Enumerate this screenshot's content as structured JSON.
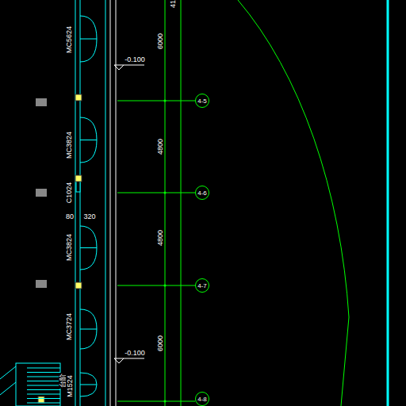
{
  "diagram": {
    "nodes": [
      {
        "text": [
          "4-5"
        ]
      },
      {
        "text": [
          "4-6"
        ]
      },
      {
        "text": [
          "4-7"
        ]
      },
      {
        "text": [
          "4-8"
        ]
      }
    ],
    "labels": [
      "41",
      "6000",
      "4800",
      "4800",
      "6000",
      "-0.100",
      "-0.100",
      "MC5624",
      "MC3824",
      "C1024",
      "80",
      "320",
      "MC3824",
      "MC3724",
      "台阶",
      "M1524"
    ]
  }
}
